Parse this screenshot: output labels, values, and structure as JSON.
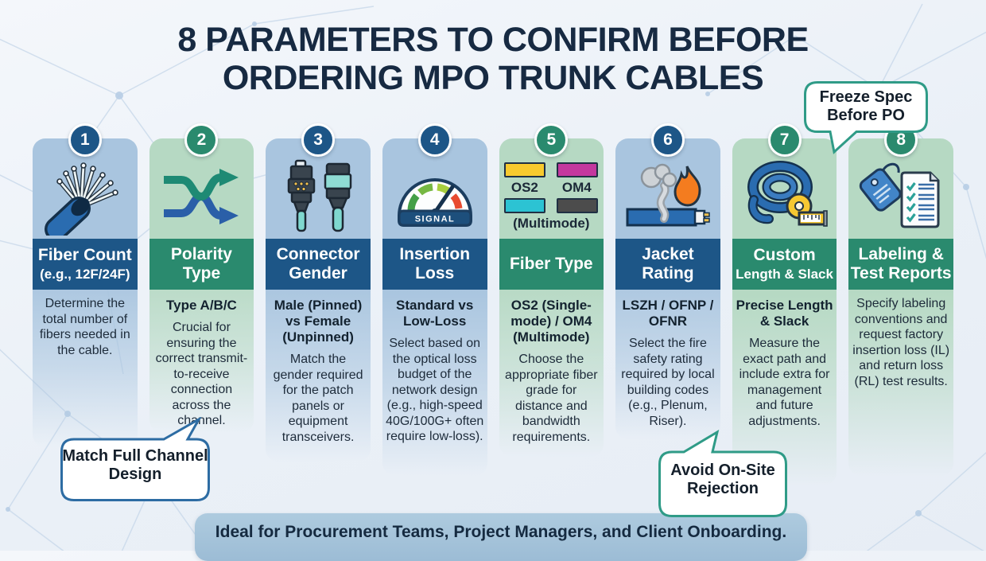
{
  "title": {
    "line1": "8 PARAMETERS TO CONFIRM BEFORE",
    "line2": "ORDERING MPO TRUNK CABLES"
  },
  "callouts": {
    "freeze_spec": {
      "text": "Freeze Spec Before PO"
    },
    "match_full": {
      "text": "Match Full Channel Design"
    },
    "avoid_rejection": {
      "text": "Avoid On-Site Rejection"
    }
  },
  "columns": [
    {
      "number": "1",
      "theme": "blue",
      "icon": "fiber-cable-icon",
      "title": "Fiber Count",
      "title_small": "(e.g., 12F/24F)",
      "body": "Determine the total number of fibers needed in the cable."
    },
    {
      "number": "2",
      "theme": "green",
      "icon": "crossover-arrows-icon",
      "title": "Polarity Type",
      "subtitle": "Type A/B/C",
      "body": "Crucial for ensuring the correct transmit-to-receive connection across the channel."
    },
    {
      "number": "3",
      "theme": "blue",
      "icon": "mpo-connectors-icon",
      "title": "Connector Gender",
      "subtitle": "Male (Pinned) vs Female (Unpinned)",
      "body": "Match the gender required for the patch panels or equipment transceivers."
    },
    {
      "number": "4",
      "theme": "blue",
      "icon": "signal-gauge-icon",
      "title": "Insertion Loss",
      "subtitle": "Standard vs Low-Loss",
      "gauge_label": "SIGNAL",
      "body": "Select based on the optical loss budget of the network design (e.g., high-speed 40G/100G+ often require low-loss)."
    },
    {
      "number": "5",
      "theme": "green",
      "icon": "fiber-swatches-icon",
      "title": "Fiber Type",
      "subtitle": "OS2 (Single-mode) / OM4 (Multimode)",
      "swatch_labels": {
        "left": "OS2",
        "right": "OM4",
        "bottom": "(Multimode)"
      },
      "body": "Choose the appropriate fiber grade for distance and bandwidth requirements."
    },
    {
      "number": "6",
      "theme": "blue",
      "icon": "flame-cable-icon",
      "title": "Jacket Rating",
      "subtitle": "LSZH / OFNP / OFNR",
      "body": "Select the fire safety rating required by local building codes (e.g., Plenum, Riser)."
    },
    {
      "number": "7",
      "theme": "green",
      "icon": "coil-measure-icon",
      "title": "Custom",
      "title_small": "Length & Slack",
      "subtitle": "Precise Length & Slack",
      "body": "Measure the exact path and include extra for management and future adjustments."
    },
    {
      "number": "8",
      "theme": "green",
      "icon": "tag-checklist-icon",
      "title": "Labeling & Test Reports",
      "body": "Specify labeling conventions and request factory insertion loss (IL) and return loss (RL) test results."
    }
  ],
  "footer": {
    "text": "Ideal for Procurement Teams, Project Managers, and Client Onboarding."
  },
  "colors": {
    "header_blue": "#1d5687",
    "header_green": "#2a8a6e",
    "card_blue": "#a9c5df",
    "card_green": "#b6d9c3",
    "callout_teal_border": "#2f9b87",
    "callout_blue_border": "#2d6ca3",
    "title_navy": "#172a42",
    "banner_bg": "#a5c4db"
  }
}
